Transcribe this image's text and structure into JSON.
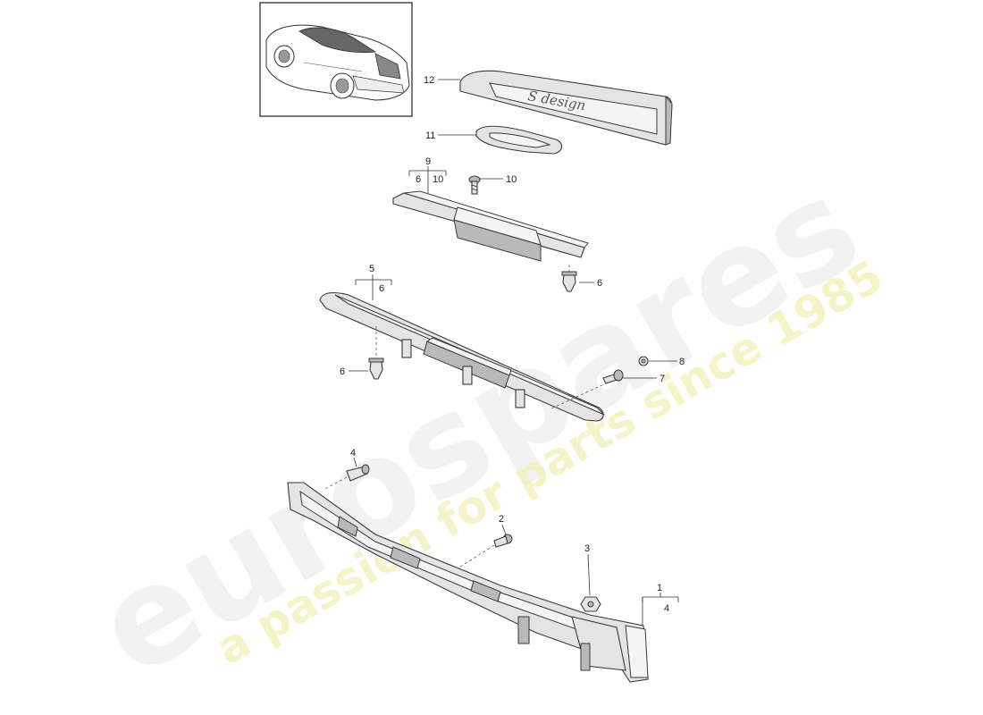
{
  "watermark": {
    "logo": "eurospares",
    "tagline": "a passion for parts since 1985"
  },
  "badge_script": "S design",
  "callouts": {
    "c1": "1",
    "c1_sub": "4",
    "c2": "2",
    "c3": "3",
    "c4": "4",
    "c5": "5",
    "c5_sub": "6",
    "c6a": "6",
    "c6b": "6",
    "c7": "7",
    "c8": "8",
    "c9": "9",
    "c9_sub_a": "6",
    "c9_sub_b": "10",
    "c10": "10",
    "c11": "11",
    "c12": "12"
  },
  "colors": {
    "line": "#333333",
    "part_fill": "#e4e4e4",
    "watermark_gray": "#e8e8e8",
    "watermark_yellow": "#f2f0b2"
  }
}
